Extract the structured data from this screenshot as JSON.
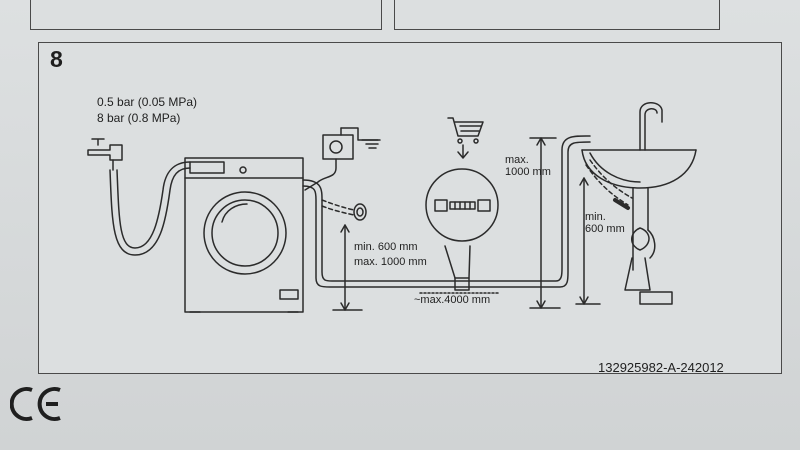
{
  "step": {
    "number": "8"
  },
  "pressure": {
    "min": "0.5 bar (0.05 MPa)",
    "max": "8 bar (0.8 MPa)"
  },
  "drain_hose": {
    "min_height": "min. 600 mm",
    "max_height": "max. 1000 mm"
  },
  "hose_length": {
    "max": "~max.4000 mm"
  },
  "sink": {
    "max_line1": "max.",
    "max_line2": "1000 mm",
    "min_line1": "min.",
    "min_line2": "600 mm"
  },
  "document": {
    "code": "132925982-A-242012"
  },
  "marks": {
    "conformity": "CE"
  },
  "icons": [
    "tap-icon",
    "washing-machine-icon",
    "power-socket-icon",
    "shopping-cart-icon",
    "hose-connector-icon",
    "sink-icon",
    "ce-mark-icon"
  ],
  "colors": {
    "line": "#2b2b2b",
    "paper": "#dcdfe0",
    "frame": "#4a4a4a"
  }
}
